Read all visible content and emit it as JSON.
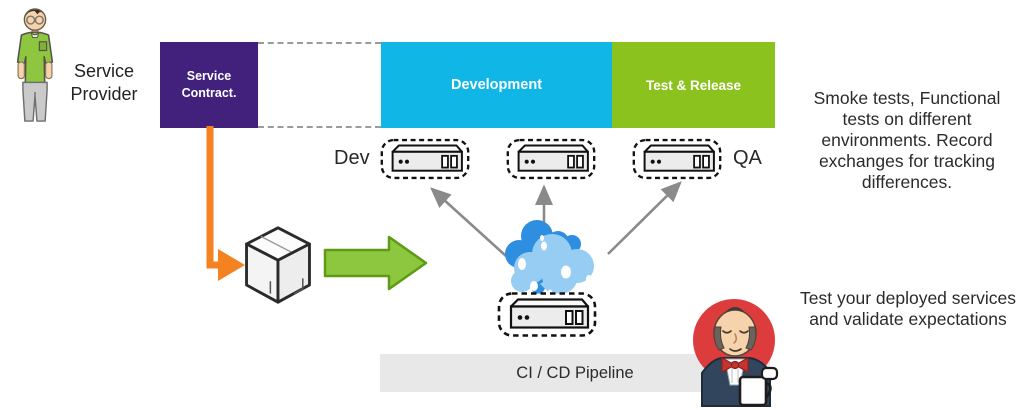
{
  "actor": {
    "label": "Service Provider"
  },
  "stages": {
    "contract": {
      "label": "Service Contract.",
      "color": "#41217C"
    },
    "development": {
      "label": "Development",
      "color": "#0FB6E6"
    },
    "test_release": {
      "label": "Test & Release",
      "color": "#8CC21E"
    }
  },
  "environments": {
    "dev": "Dev",
    "qa": "QA"
  },
  "pipeline": {
    "label": "CI / CD Pipeline",
    "bar_color": "#E8E8E8"
  },
  "notes": {
    "testing": "Smoke tests, Functional tests on different environments. Record exchanges for tracking differences.",
    "validation": "Test your deployed services and validate expectations"
  },
  "colors": {
    "contract_arrow_orange": "#F58220",
    "deploy_arrow_green": "#8DC63F",
    "deploy_arrow_border": "#5D9B15",
    "link_arrow_gray": "#8A8A8A",
    "cloud_blue_dark": "#2E8FE0",
    "cloud_blue_light": "#97CDF2",
    "jenkins_red": "#DD3C3C",
    "person_shirt_green": "#8EC63F"
  },
  "icons": {
    "service_provider": "person-icon",
    "package": "package-box-icon",
    "cloud": "mock-cloud-icon",
    "servers": "server-icon",
    "jenkins": "jenkins-butler-icon"
  }
}
